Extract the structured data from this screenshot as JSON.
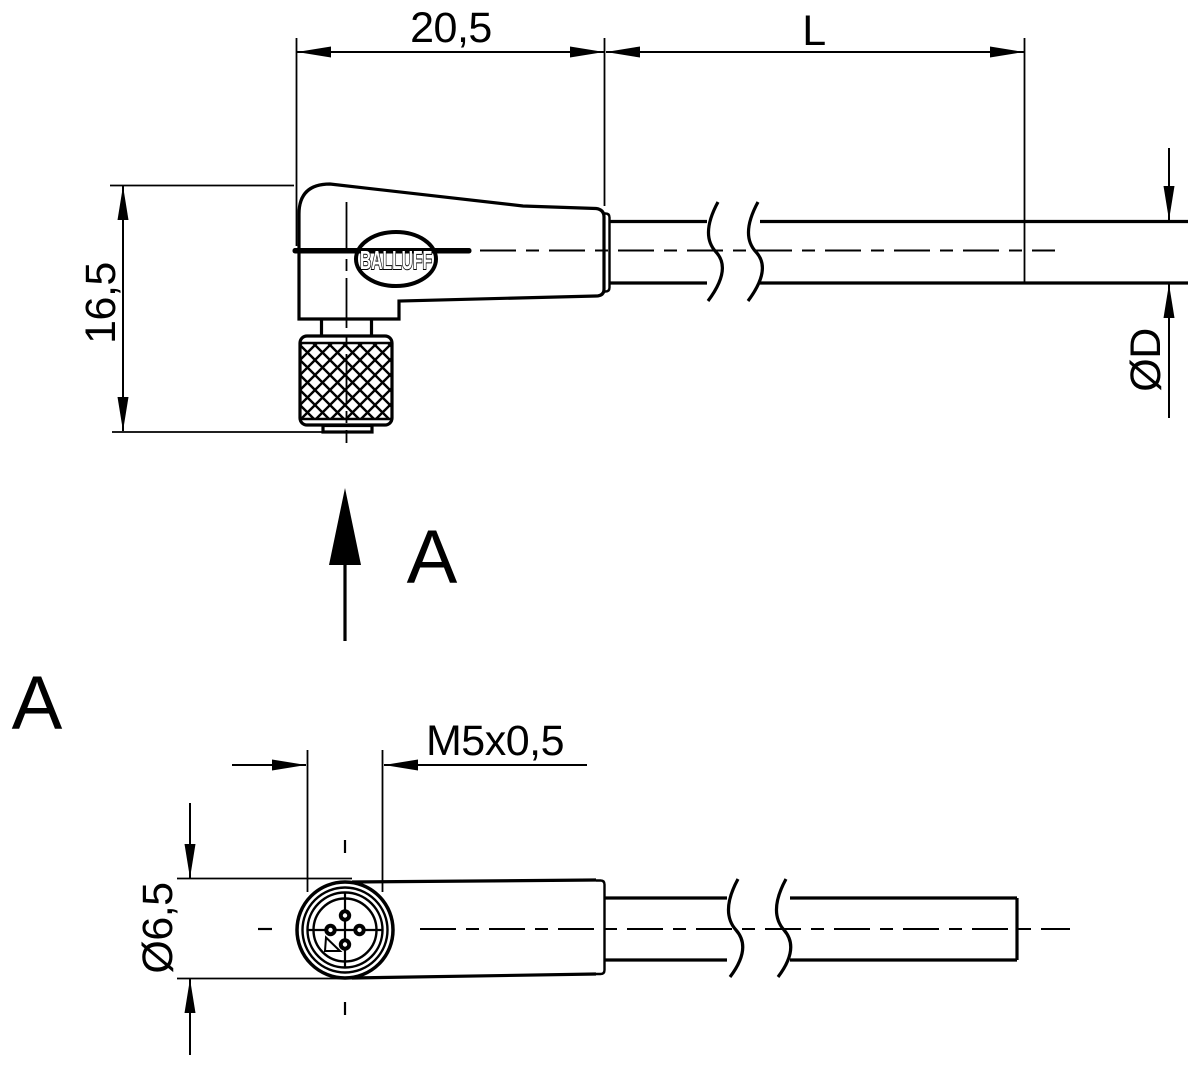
{
  "drawing": {
    "background": "#ffffff",
    "ink_color": "#000000",
    "top_view": {
      "width_dim": "20,5",
      "cable_length_dim": "L",
      "height_dim": "16,5",
      "cable_diameter_dim": "ØD",
      "logo_text": "BALLUFF"
    },
    "view_indicator": {
      "label": "A"
    },
    "detail_view": {
      "title": "A",
      "thread_dim": "M5x0,5",
      "connector_diameter_dim": "Ø6,5"
    }
  }
}
